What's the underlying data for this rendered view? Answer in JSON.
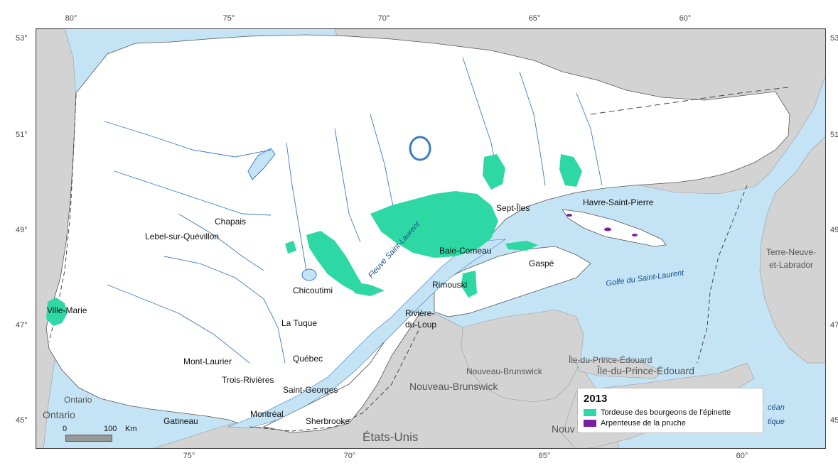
{
  "longitude_ticks_top": [
    "80°",
    "75°",
    "70°",
    "65°",
    "60°"
  ],
  "longitude_ticks_bottom": [
    "75°",
    "70°",
    "65°",
    "60°"
  ],
  "latitude_ticks_left": [
    "53°",
    "51°",
    "49°",
    "47°",
    "45°"
  ],
  "latitude_ticks_right": [
    "53",
    "51",
    "49",
    "47",
    "45"
  ],
  "cities": {
    "chapais": "Chapais",
    "lebel": "Lebel-sur-Quévillon",
    "ville_marie": "Ville-Marie",
    "chicoutimi": "Chicoutimi",
    "la_tuque": "La Tuque",
    "mont_laurier": "Mont-Laurier",
    "quebec": "Québec",
    "trois_rivieres": "Trois-Rivières",
    "saint_georges": "Saint-Georges",
    "montreal": "Montréal",
    "gatineau": "Gatineau",
    "sherbrooke": "Sherbrooke",
    "sept_iles": "Sept-Îles",
    "havre": "Havre-Saint-Pierre",
    "baie_comeau": "Baie-Comeau",
    "rimouski": "Rimouski",
    "gaspe": "Gaspé",
    "riviere_du_loup_1": "Rivière-",
    "riviere_du_loup_2": "du-Loup"
  },
  "regions": {
    "ontario_1": "Ontario",
    "ontario_2": "Ontario",
    "terre_neuve_1": "Terre-Neuve-",
    "terre_neuve_2": "et-Labrador",
    "ipe_1": "Île-du-Prince-Édouard",
    "ipe_2": "Île-du-Prince-Édouard",
    "nb_1": "Nouveau-Brunswick",
    "nb_2": "Nouveau-Brunswick",
    "nb_3": "Nouv",
    "etats_unis": "États-Unis",
    "ocean_1": "céan",
    "ocean_2": "tique"
  },
  "water": {
    "fleuve": "Fleuve Saint-Laurent",
    "golfe": "Golfe du Saint-Laurent"
  },
  "scale": {
    "zero": "0",
    "hundred": "100",
    "unit": "Km"
  },
  "legend": {
    "title": "2013",
    "items": [
      {
        "label": "Tordeuse des bourgeons de l'épinette",
        "color": "#2ed8a4"
      },
      {
        "label": "Arpenteuse de la pruche",
        "color": "#7b1fa2"
      }
    ]
  },
  "colors": {
    "water": "#c4e4f6",
    "land_quebec": "#ffffff",
    "land_other": "#d3d3d3",
    "river": "#3a7cc2"
  }
}
